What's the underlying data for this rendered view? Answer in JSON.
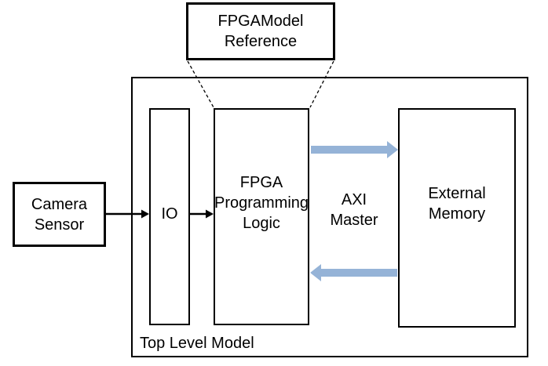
{
  "colors": {
    "arrow_blue": "#95b3d7",
    "line_black": "#000000"
  },
  "callout": {
    "line1": "FPGAModel",
    "line2": "Reference"
  },
  "top_level": {
    "label": "Top Level Model"
  },
  "blocks": {
    "camera_sensor": {
      "line1": "Camera",
      "line2": "Sensor"
    },
    "io": {
      "label": "IO"
    },
    "fpga_programming_logic": {
      "line1": "FPGA",
      "line2": "Programming",
      "line3": "Logic"
    },
    "axi_master": {
      "line1": "AXI",
      "line2": "Master"
    },
    "external_memory": {
      "line1": "External",
      "line2": "Memory"
    }
  }
}
